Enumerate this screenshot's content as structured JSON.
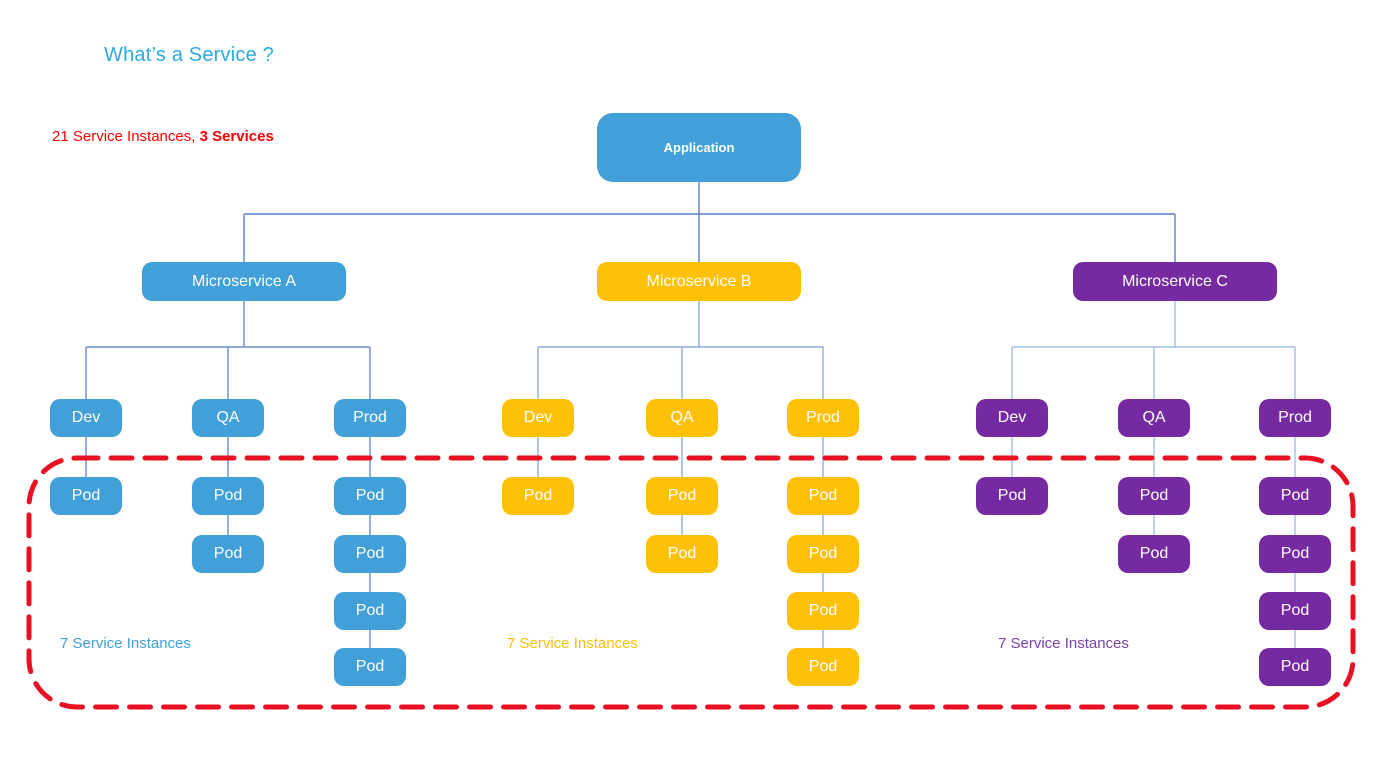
{
  "title": "What’s a Service ?",
  "summary": {
    "prefix": "21 Service Instances, ",
    "bold": "3 Services"
  },
  "application": {
    "label": "Application"
  },
  "services": [
    {
      "name": "Microservice A",
      "color": "#41A0D8",
      "label_color": "#41A0D8",
      "line_color": "#6C8BD0",
      "instances_note": "7 Service Instances",
      "environments": [
        {
          "label": "Dev",
          "pods": [
            "Pod"
          ]
        },
        {
          "label": "QA",
          "pods": [
            "Pod",
            "Pod"
          ]
        },
        {
          "label": "Prod",
          "pods": [
            "Pod",
            "Pod",
            "Pod",
            "Pod"
          ]
        }
      ]
    },
    {
      "name": "Microservice B",
      "color": "#FFC107",
      "label_color": "#FFC107",
      "line_color": "#8FAADC",
      "instances_note": "7 Service Instances",
      "environments": [
        {
          "label": "Dev",
          "pods": [
            "Pod"
          ]
        },
        {
          "label": "QA",
          "pods": [
            "Pod",
            "Pod"
          ]
        },
        {
          "label": "Prod",
          "pods": [
            "Pod",
            "Pod",
            "Pod",
            "Pod"
          ]
        }
      ]
    },
    {
      "name": "Microservice C",
      "color": "#762AA2",
      "label_color": "#7B42A8",
      "line_color": "#A3C0E0",
      "instances_note": "7 Service Instances",
      "environments": [
        {
          "label": "Dev",
          "pods": [
            "Pod"
          ]
        },
        {
          "label": "QA",
          "pods": [
            "Pod",
            "Pod"
          ]
        },
        {
          "label": "Prod",
          "pods": [
            "Pod",
            "Pod",
            "Pod",
            "Pod"
          ]
        }
      ]
    }
  ],
  "colors": {
    "title": "#29ABE2",
    "summary_text": "#FF0000",
    "application_box": "#41A0D8",
    "top_connector": "#5B7EC9",
    "dashed_outline": "#E81123",
    "node_text": "#FFFFFF",
    "background": "#FFFFFF"
  }
}
